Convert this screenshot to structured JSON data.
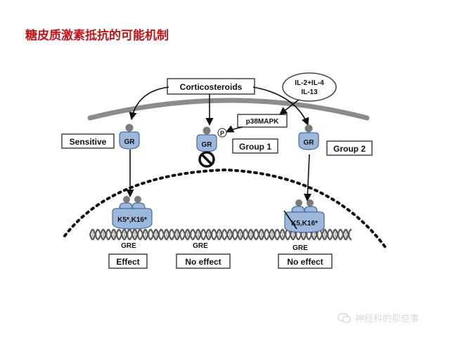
{
  "title": "糖皮质激素抵抗的可能机制",
  "diagram": {
    "corticosteroids": "Corticosteroids",
    "cytokines_line1": "IL-2+IL-4",
    "cytokines_line2": "IL-13",
    "kinase": "p38MAPK",
    "phospho": "P",
    "receptor_label": "GR",
    "sensitive_label": "Sensitive",
    "group1_label": "Group 1",
    "group2_label": "Group 2",
    "histone_left": "K5*,K16*",
    "histone_right": "K5,K16*",
    "gre_label": "GRE",
    "outcome_left": "Effect",
    "outcome_middle": "No effect",
    "outcome_right": "No effect"
  },
  "colors": {
    "title_red": "#c0141b",
    "receptor_fill": "#9db8dd",
    "receptor_stroke": "#4a6a98",
    "membrane": "#8c8c8c",
    "ligand": "#7a7a7a",
    "dna": "#555555",
    "watermark": "#d9d9d9"
  },
  "icons": [
    "inhibition-icon",
    "wechat-icon"
  ],
  "watermark": "神经科的那些事"
}
